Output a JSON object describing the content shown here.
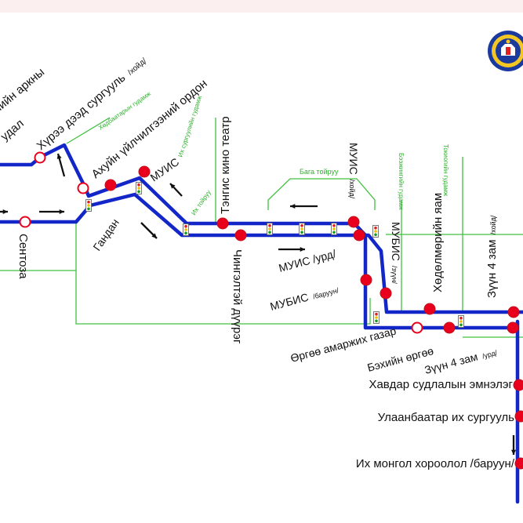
{
  "colors": {
    "route": "#1326c8",
    "road": "#41c041",
    "stop": "#e8001c",
    "stop_outline": "#c0101c",
    "top_band": "#fbefef",
    "arrow": "#111111"
  },
  "logo": {
    "icon": "city-emblem-icon"
  },
  "stops": {
    "partial_top": "лийн аркны",
    "partial_second": "удал",
    "khuree_school": "Хүрээ дээд сургууль",
    "khuree_school_suffix": "/хойд/",
    "ahuin_palace": "Ахуйн үйлчилгээний ордон",
    "muis_top": "МУИС",
    "tengis": "Тэнгис кино театр",
    "muis_north": "МУИС",
    "muis_north_suffix": "/хойд/",
    "khedelmeriin_yam": "Хөдөлмөрийн яам",
    "zuun4_north": "Зүүн 4 зам",
    "zuun4_north_suffix": "/хойд/",
    "sentoza": "Сентоза",
    "gandan": "Гандан",
    "chingeltei": "Чингэлтэй дүүрэг",
    "muis_south": "МУИС /урд/",
    "mubis_east": "МУБИС",
    "mubis_east_suffix": "/зүүн/",
    "mubis_west": "МУБИС",
    "mubis_west_suffix": "/баруун/",
    "urgoo": "Өргөө амаржих газар",
    "bekhiin": "Бэхийн өргөө",
    "zuun4_south": "Зүүн 4 зам",
    "zuun4_south_suffix": "/урд/",
    "hospital": "Хавдар судлалын эмнэлэг",
    "ub_university": "Улаанбаатар их сургууль",
    "ikh_mongol": "Их монгол хороолол /баруун/"
  },
  "streets": {
    "khudbaatar": "Хөдбаатарын гудамж",
    "ikh_surguuli": "Их сургуулийн гудамж",
    "ikh_toiruu": "Их тойруу",
    "baga_toiruu": "Бага тойруу",
    "baaz": "Бээжингийн гудамж",
    "tokio": "Токиогийн гудамж"
  }
}
